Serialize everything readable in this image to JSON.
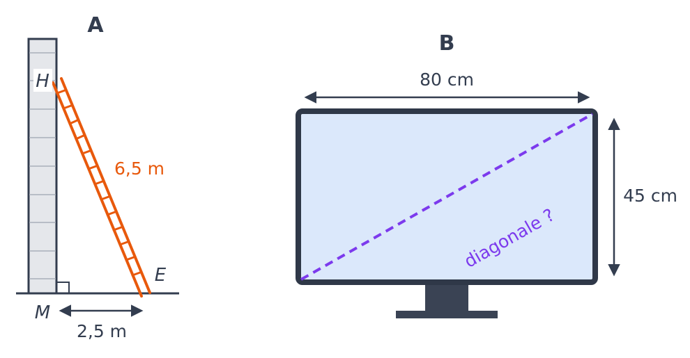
{
  "figure_a": {
    "title": "A",
    "point_top": "H",
    "point_foot": "E",
    "point_base": "M",
    "ladder_length": "6,5 m",
    "ground_distance": "2,5 m"
  },
  "figure_b": {
    "title": "B",
    "width_label": "80 cm",
    "height_label": "45 cm",
    "diagonal_label": "diagonale ?"
  },
  "colors": {
    "ink": "#333d4f",
    "ladder": "#e8590c",
    "diagonal": "#7c3aed",
    "wall_fill": "#e5e7eb",
    "screen_fill": "#dbe8fb",
    "monitor_frame": "#2f3848"
  }
}
